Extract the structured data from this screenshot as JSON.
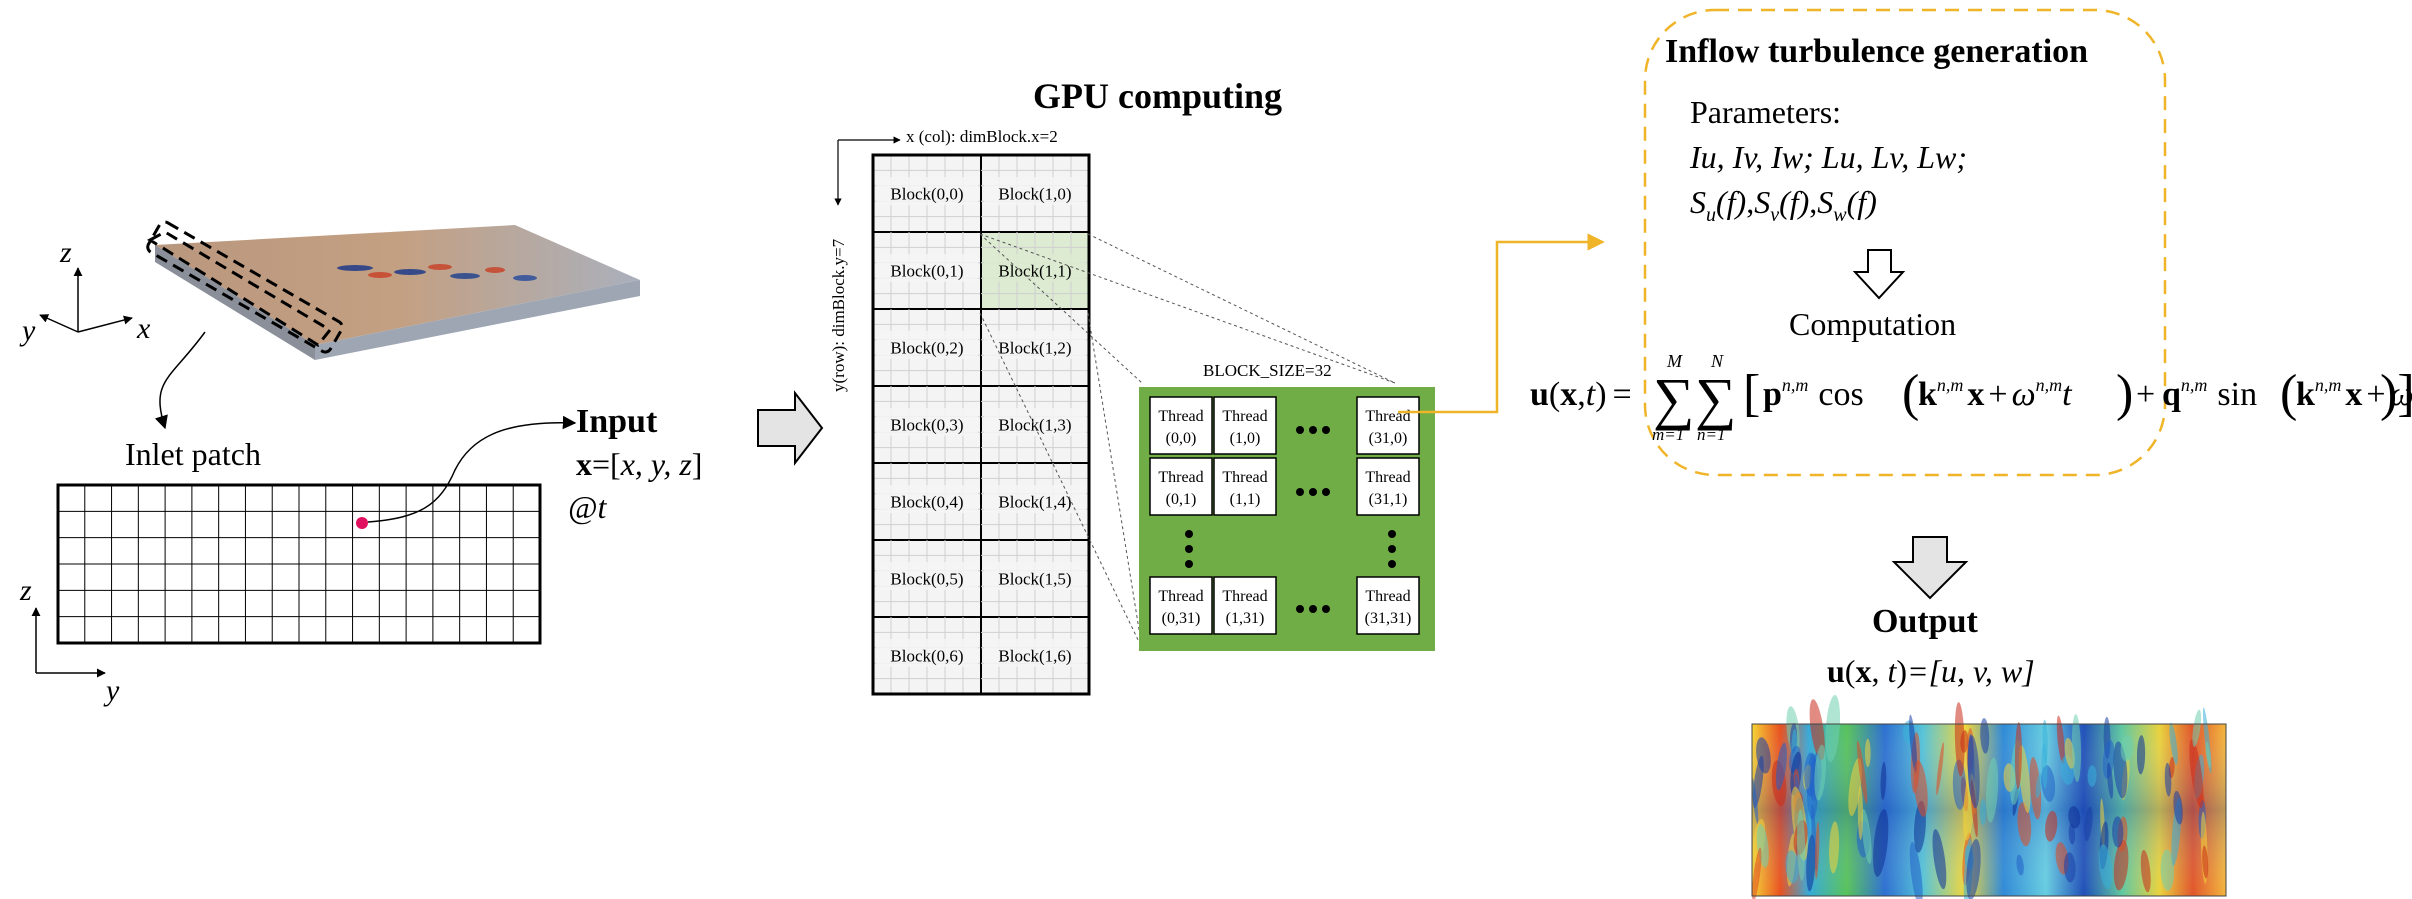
{
  "gpu": {
    "title": "GPU computing",
    "x_axis_label": "x (col): dimBlock.x=2",
    "y_axis_label": "y(row): dimBlock.y=7",
    "blocks": [
      [
        "Block(0,0)",
        "Block(1,0)"
      ],
      [
        "Block(0,1)",
        "Block(1,1)"
      ],
      [
        "Block(0,2)",
        "Block(1,2)"
      ],
      [
        "Block(0,3)",
        "Block(1,3)"
      ],
      [
        "Block(0,4)",
        "Block(1,4)"
      ],
      [
        "Block(0,5)",
        "Block(1,5)"
      ],
      [
        "Block(0,6)",
        "Block(1,6)"
      ]
    ],
    "block_size_label": "BLOCK_SIZE=32",
    "thread_word": "Thread",
    "thread_indices": {
      "t00": "(0,0)",
      "t10": "(1,0)",
      "t310": "(31,0)",
      "t01": "(0,1)",
      "t11": "(1,1)",
      "t311": "(31,1)",
      "t031": "(0,31)",
      "t131": "(1,31)",
      "t3131": "(31,31)"
    },
    "highlight_color": "#dcebd1",
    "thread_panel_color": "#70ad47"
  },
  "left": {
    "axes_top": {
      "z": "z",
      "y": "y",
      "x": "x"
    },
    "axes_bottom": {
      "z": "z",
      "y": "y"
    },
    "inlet_label": "Inlet patch",
    "point_color": "#e0115f",
    "input_title": "Input",
    "input_bold": "x",
    "input_eq": "=[",
    "input_vars": "x, y, z",
    "input_close": "]",
    "input_time": "@t"
  },
  "inflow": {
    "title": "Inflow turbulence generation",
    "params_label": "Parameters:",
    "params_line1": "Iu, Iv, Iw; Lu, Lv, Lw;",
    "spectra": {
      "S": "S",
      "u": "u",
      "v": "v",
      "w": "w",
      "fpar": "(f)",
      "comma": ","
    },
    "computation_label": "Computation",
    "box_color": "#f0b428",
    "equation": {
      "u": "u",
      "x": "x",
      "t": "t",
      "M": "M",
      "N": "N",
      "m1": "m=1",
      "n1": "n=1",
      "p": "p",
      "q": "q",
      "k": "k",
      "omega": "ω",
      "nm": "n,m",
      "cos": "cos",
      "sin": "sin",
      "plus": "+",
      "eq": "="
    }
  },
  "output": {
    "title": "Output",
    "u": "u",
    "x": "x",
    "t": "t",
    "rhs": "=[u, v, w]"
  }
}
